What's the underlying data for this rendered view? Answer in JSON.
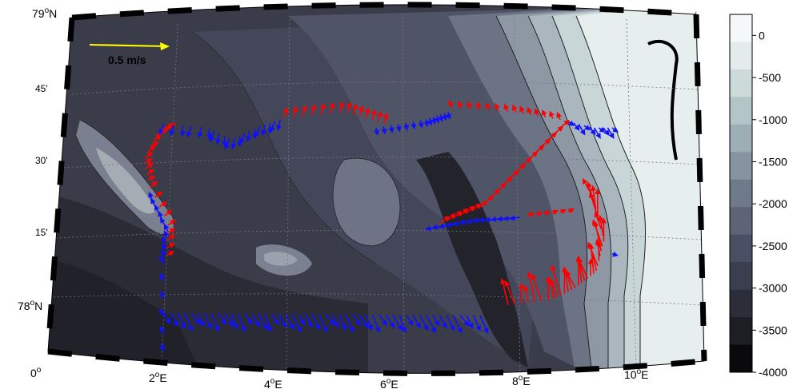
{
  "map": {
    "lat_labels": [
      {
        "deg": "79",
        "suffix": "N"
      },
      {
        "deg": "45'",
        "suffix": ""
      },
      {
        "deg": "30'",
        "suffix": ""
      },
      {
        "deg": "15'",
        "suffix": ""
      },
      {
        "deg": "78",
        "suffix": "N"
      }
    ],
    "lon_labels": [
      {
        "deg": "0",
        "suffix": ""
      },
      {
        "deg": "2",
        "suffix": "E"
      },
      {
        "deg": "4",
        "suffix": "E"
      },
      {
        "deg": "6",
        "suffix": "E"
      },
      {
        "deg": "8",
        "suffix": "E"
      },
      {
        "deg": "10",
        "suffix": "E"
      }
    ],
    "scale_label": "0.5 m/s",
    "colors": {
      "deep": "#1f2028",
      "shallow": "#eef3f2",
      "arrow_red": "#ff0000",
      "arrow_blue": "#1010ff",
      "scale_arrow": "#ffff00"
    }
  },
  "colorbar": {
    "ticks": [
      "0",
      "-500",
      "-1000",
      "-1500",
      "-2000",
      "-2500",
      "-3000",
      "-3500",
      "-4000"
    ],
    "range": [
      -4000,
      250
    ]
  }
}
